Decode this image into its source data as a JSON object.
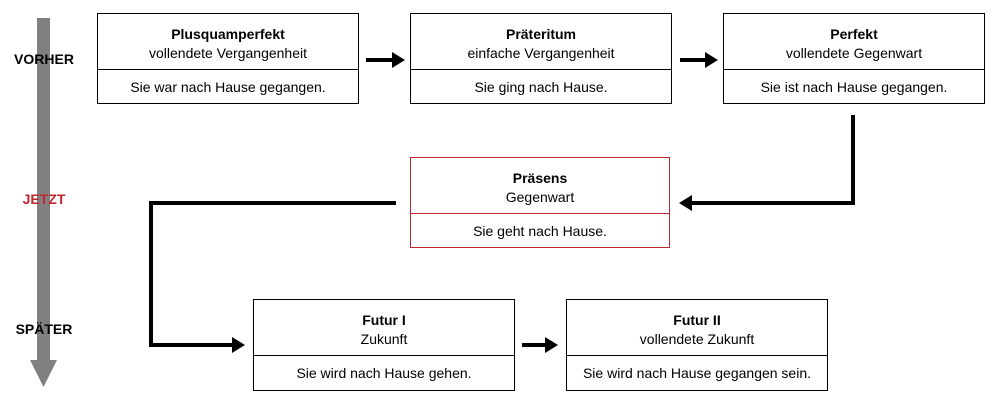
{
  "timeline": {
    "before": "VORHER",
    "now": "JETZT",
    "later": "SPÄTER",
    "now_color": "#c0272d",
    "bar_color": "#808080"
  },
  "tenses": {
    "plusquamperfekt": {
      "name": "Plusquamperfekt",
      "desc": "vollendete Vergangenheit",
      "example": "Sie war nach Hause gegangen."
    },
    "praeteritum": {
      "name": "Präteritum",
      "desc": "einfache Vergangenheit",
      "example": "Sie ging nach Hause."
    },
    "perfekt": {
      "name": "Perfekt",
      "desc": "vollendete Gegenwart",
      "example": "Sie ist nach Hause gegangen."
    },
    "praesens": {
      "name": "Präsens",
      "desc": "Gegenwart",
      "example": "Sie geht nach Hause.",
      "color": "#c0272d"
    },
    "futur1": {
      "name": "Futur I",
      "desc": "Zukunft",
      "example": "Sie wird nach Hause gehen."
    },
    "futur2": {
      "name": "Futur II",
      "desc": "vollendete Zukunft",
      "example": "Sie wird nach Hause gegangen sein."
    }
  }
}
